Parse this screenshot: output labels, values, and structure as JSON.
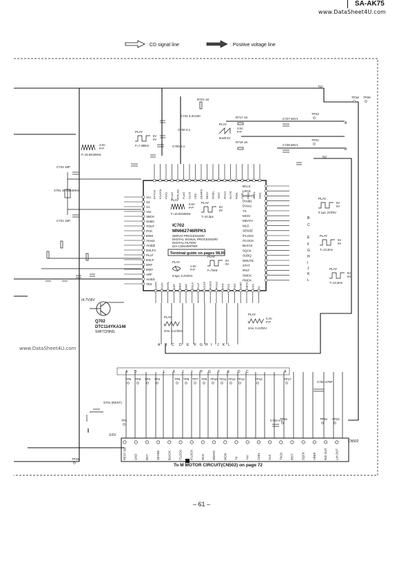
{
  "header": {
    "model": "SA-AK75",
    "url": "www.DataSheet4U.com"
  },
  "legend": {
    "cd_signal": ": CD signal line",
    "positive_voltage": ": Positive voltage line"
  },
  "ic": {
    "ref": "IC702",
    "part": "MN662746RPK1",
    "desc1": "SERVO PROCESSOR/",
    "desc2": "DIGITAL SIGNAL PROCESSOR/",
    "desc3": "DIGITAL FILTER/",
    "desc4": "D/A CONVERTER",
    "guide": "Terminal guide on pages 98,99",
    "left_pins": [
      "Vcc",
      "X2",
      "X1",
      "Vss",
      "SBCK",
      "SUBC",
      "TOUT",
      "PCK",
      "ERM",
      "AVss2",
      "AVdd2",
      "DSLF2",
      "PLLF",
      "DSLF",
      "DRF",
      "IREF",
      "ARF",
      "AVdd1",
      "TES"
    ],
    "right_pins": [
      "BCLK",
      "LRCK",
      "SRDATA",
      "DVdd1",
      "DVss1",
      "TX",
      "MCKI",
      "MDATA",
      "MLD",
      "SENSE",
      "/FLOCK",
      "/TLOCK",
      "BLKCK",
      "SQCK",
      "SUBQ",
      "DMUTE",
      "STAT",
      "/RST",
      "SMCK",
      "PMCK"
    ],
    "top_pins": [
      "BYTCK",
      "/CLDCK",
      "PCK2",
      "FLAG",
      "IPFLAG",
      "FLAG",
      "CLVS",
      "CRC",
      "DEMPH",
      "RESY",
      "IOSEL",
      "TEST",
      "AVss1",
      "OUTR",
      "RSEL",
      "CSEL",
      "PSEL",
      "MSEL",
      "SSEL"
    ],
    "bottom_pins": [
      "LDON",
      "PLAY",
      "WVEL",
      "ARF",
      "IREF",
      "DRF",
      "DSLF",
      "PLLF",
      "VCOF",
      "AVdd2",
      "AVss2",
      "EFM",
      "PCK",
      "PDO",
      "SUBC",
      "SBCK",
      "VSS",
      "X1"
    ]
  },
  "transistor": {
    "ref": "Q702",
    "part": "DTC114YKA146",
    "role": "SWITCHING",
    "volt": "(4.7V)5V"
  },
  "components": {
    "c722": "C722\n15P",
    "x701": "X701\n16.9344MHz",
    "c721": "C721\n15P",
    "s701": "S701\n(REST)",
    "c753": "C753\n470P",
    "c743": "C743\n0.1",
    "r721": "R721\n1K",
    "r719": "R719\n1K",
    "r717": "R717\n1K",
    "c727": "C727\n50V1",
    "c728": "C728\n50V1",
    "c731": "C731\n6.3V220",
    "c730": "C730\n0.1",
    "c784": "C784\n0.1"
  },
  "waveforms": [
    {
      "label": "PLAY",
      "amp": "0.5V\nP-P",
      "note": "F=16.9344MHz"
    },
    {
      "label": "",
      "amp": "4.5V\nP-P",
      "note": "F=16.9344MHz"
    },
    {
      "label": "PLAY",
      "amp": "5V\n0V",
      "note": "F=7.35kHz"
    },
    {
      "label": "PLAY",
      "amp": "3.5V\nP-P",
      "note": "5ns/0.5V"
    },
    {
      "label": "PLAY",
      "amp": "5V\n0V",
      "note": "T=10.3μs"
    },
    {
      "label": "PLAY",
      "amp": "5V\n0V",
      "note": "F=75Hz"
    },
    {
      "label": "PLAY",
      "amp": "1.8V\nP-P",
      "note": "0.5μs, 0.2V/DIV."
    },
    {
      "label": "PLAY",
      "amp": "5V\n0V",
      "note": "0.1μs, 2V/DIV."
    },
    {
      "label": "PLAY",
      "amp": "5V\n0V",
      "note": "T=13.3ms"
    },
    {
      "label": "PLAY",
      "amp": "5V\n0V",
      "note": "T=13.3ms"
    },
    {
      "label": "PLAY",
      "amp": "0.2V\nP-P",
      "note": "2ms, 0.1V/DIV."
    },
    {
      "label": "PLAY",
      "amp": "",
      "note": "2ms, 0.1V/DIV."
    }
  ],
  "test_points": [
    "TP5",
    "TP6",
    "TP3",
    "TP4",
    "TP6",
    "TP8",
    "TP7",
    "TP9",
    "TP10",
    "TP11",
    "TP12",
    "TP13",
    "TP14",
    "TP17",
    "TP1",
    "TP15",
    "TP19",
    "TP22",
    "TP16",
    "TP18",
    "TP20",
    "TP21",
    "TP23"
  ],
  "connector": {
    "ref": "CN502",
    "pins": [
      "REST SW",
      "GND",
      "RST",
      "SENSE",
      "BLKCK",
      "/TLOCK",
      "/FLOCK",
      "MLD",
      "MDATA",
      "MCKI",
      "TX",
      "+6V",
      "CSEL",
      "CLK",
      "TXCK",
      "/RST",
      "SQCK",
      "VREF",
      "Rch OUT",
      "Lch OUT"
    ]
  },
  "bus_letters": [
    "A",
    "B",
    "C",
    "D",
    "E",
    "F",
    "G",
    "H",
    "I",
    "J",
    "K",
    "L"
  ],
  "rails": {
    "v5": "5V",
    "v36": "3.6V"
  },
  "motor_ref": "To M MOTOR CIRCUIT(CN502) on page 72",
  "page_number": "– 61 –",
  "watermark": "www.DataSheet4U.com"
}
